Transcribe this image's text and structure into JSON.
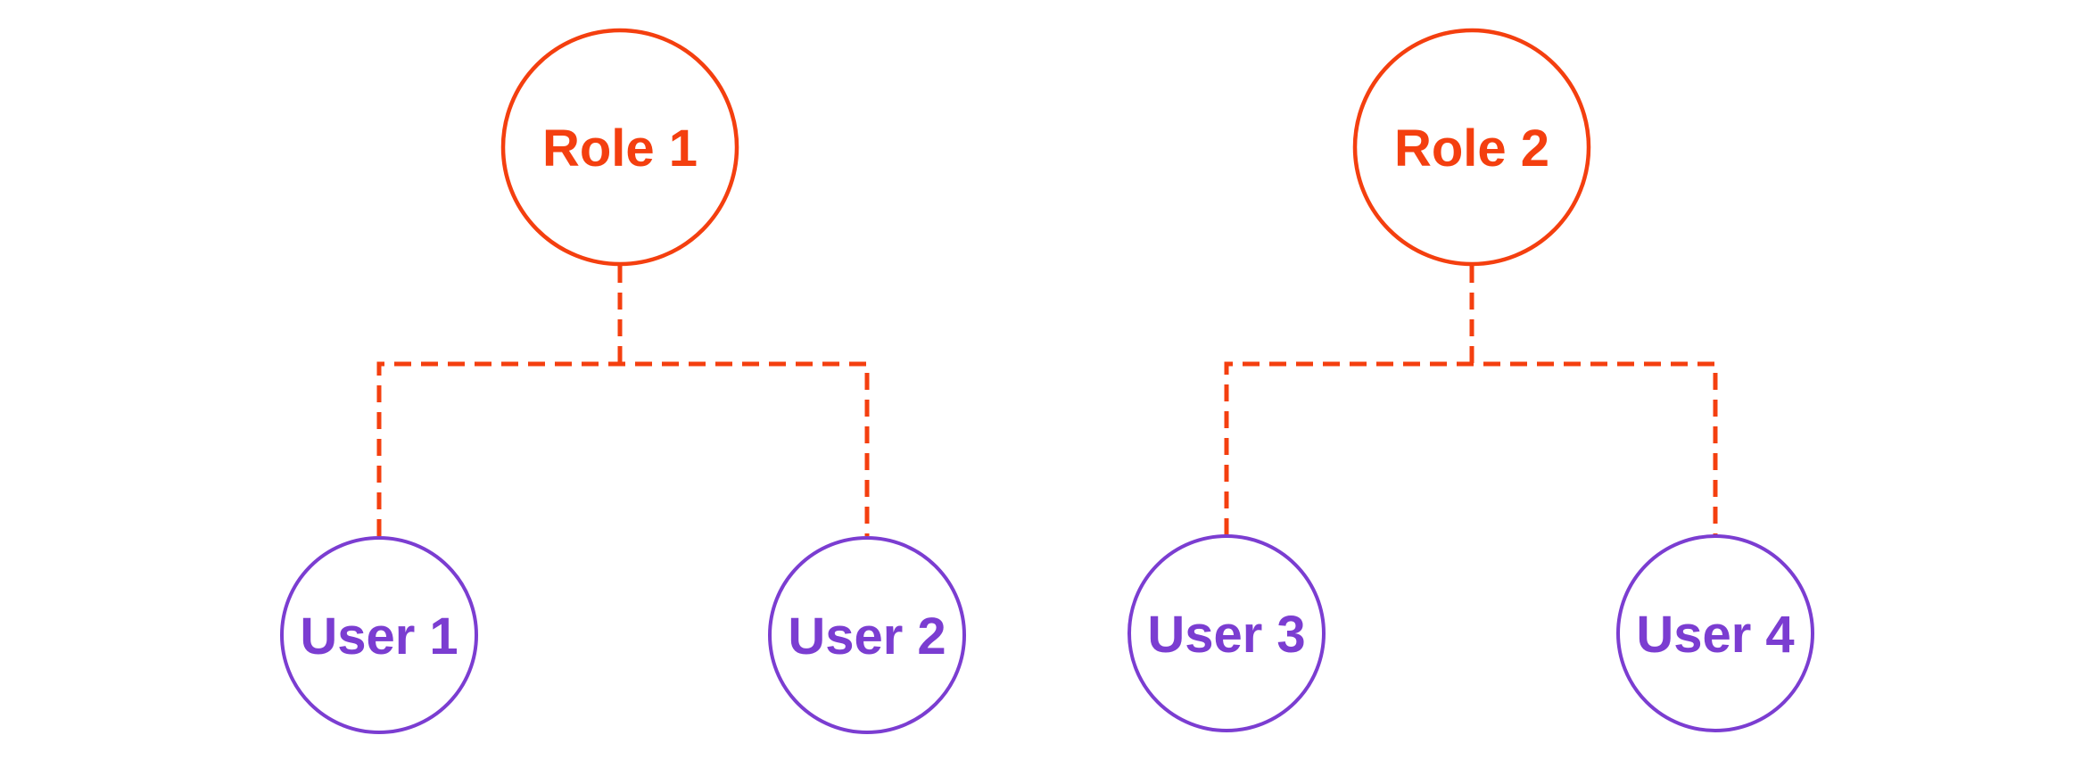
{
  "page": {
    "background": "#ffffff",
    "description": "Role to user assignment diagram"
  },
  "diagram": {
    "colors": {
      "role_accent": "#F43F0F",
      "user_accent": "#7B3DD1",
      "connector": "#F43F0F"
    },
    "connector_style": "dashed",
    "trees": [
      {
        "root": {
          "label": "Role 1"
        },
        "children": [
          {
            "label": "User 1"
          },
          {
            "label": "User 2"
          }
        ]
      },
      {
        "root": {
          "label": "Role 2"
        },
        "children": [
          {
            "label": "User 3"
          },
          {
            "label": "User 4"
          }
        ]
      }
    ]
  }
}
